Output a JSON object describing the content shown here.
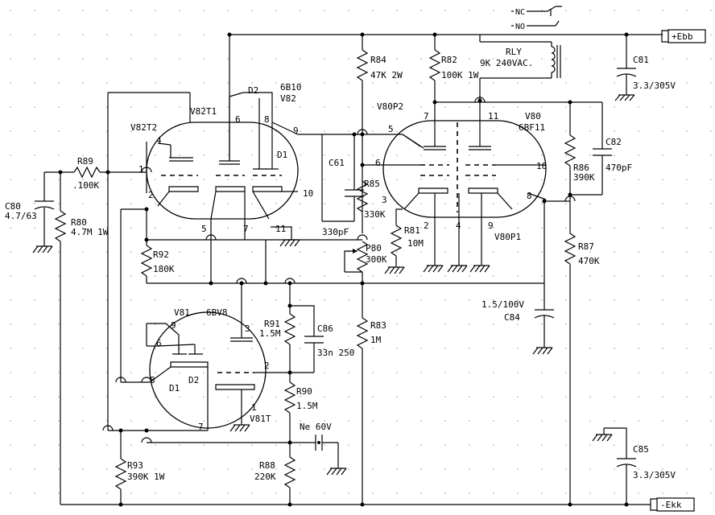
{
  "rails": {
    "ebb": "+Ebb",
    "ekk": "-Ekk"
  },
  "relay": {
    "ref": "RLY",
    "spec": "9K 240VAC.",
    "nc": "NC",
    "no": "NO"
  },
  "tubes": {
    "v82": {
      "t1": "V82T1",
      "t2": "V82T2",
      "type": "6B10",
      "ref": "V82",
      "d1": "D1",
      "d2": "D2"
    },
    "v80": {
      "p1": "V80P1",
      "p2": "V80P2",
      "ref": "V80",
      "type": "6BF11"
    },
    "v81": {
      "ref": "V81",
      "type": "6BV8",
      "t": "V81T",
      "d1": "D1",
      "d2": "D2"
    }
  },
  "pins": {
    "v82": [
      "4",
      "2",
      "6",
      "8",
      "9",
      "10",
      "5",
      "7",
      "11",
      "1"
    ],
    "v80": [
      "5",
      "7",
      "11",
      "6",
      "3",
      "10",
      "8",
      "2",
      "4",
      "9"
    ],
    "v81": [
      "9",
      "3",
      "6",
      "8",
      "2",
      "1",
      "7"
    ]
  },
  "resistors": {
    "r89": {
      "ref": "R89",
      "val": ".100K"
    },
    "r80": {
      "ref": "R80",
      "val": "4.7M 1W"
    },
    "r84": {
      "ref": "R84",
      "val": "47K 2W"
    },
    "r82": {
      "ref": "R82",
      "val": "100K 1W"
    },
    "r85": {
      "ref": "R85",
      "val": "330K"
    },
    "r81": {
      "ref": "R81",
      "val": "10M"
    },
    "p80": {
      "ref": "P80",
      "val": "300K"
    },
    "r92": {
      "ref": "R92",
      "val": "180K"
    },
    "r86": {
      "ref": "R86",
      "val": "390K"
    },
    "r87": {
      "ref": "R87",
      "val": "470K"
    },
    "r91": {
      "ref": "R91",
      "val": "1.5M"
    },
    "r83": {
      "ref": "R83",
      "val": "1M"
    },
    "r90": {
      "ref": "R90",
      "val": "1.5M"
    },
    "r93": {
      "ref": "R93",
      "val": "390K 1W"
    },
    "r88": {
      "ref": "R88",
      "val": "220K"
    }
  },
  "capacitors": {
    "c80": {
      "ref": "C80",
      "val": "4.7/63"
    },
    "c81": {
      "ref": "C81",
      "val": "3.3/305V"
    },
    "c82": {
      "ref": "C82",
      "val": "470pF"
    },
    "c61": {
      "ref": "C61",
      "val": "330pF"
    },
    "c84": {
      "ref": "C84",
      "val": "1.5/100V"
    },
    "c86": {
      "ref": "C86",
      "val": "33n 250"
    },
    "c85": {
      "ref": "C85",
      "val": "3.3/305V"
    }
  },
  "neon": {
    "label": "Ne 60V"
  }
}
